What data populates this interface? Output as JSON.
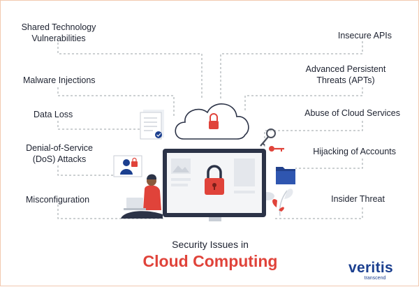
{
  "issues_left": [
    {
      "line1": "Shared Technology",
      "line2": "Vulnerabilities"
    },
    {
      "line1": "Malware Injections",
      "line2": ""
    },
    {
      "line1": "Data Loss",
      "line2": ""
    },
    {
      "line1": "Denial-of-Service",
      "line2": "(DoS) Attacks"
    },
    {
      "line1": "Misconfiguration",
      "line2": ""
    }
  ],
  "issues_right": [
    {
      "line1": "Insecure APIs",
      "line2": ""
    },
    {
      "line1": "Advanced Persistent",
      "line2": "Threats (APTs)"
    },
    {
      "line1": "Abuse of Cloud Services",
      "line2": ""
    },
    {
      "line1": "Hijacking of Accounts",
      "line2": ""
    },
    {
      "line1": "Insider Threat",
      "line2": ""
    }
  ],
  "subtitle": "Security Issues in",
  "title": "Cloud Computing",
  "brand": {
    "name": "veritis",
    "tagline": "transcend"
  },
  "colors": {
    "accent_red": "#e0433a",
    "brand_blue": "#1b3f8f",
    "text": "#1d2230",
    "dash_line": "#9aa0a6",
    "border": "#f2c9b0"
  }
}
